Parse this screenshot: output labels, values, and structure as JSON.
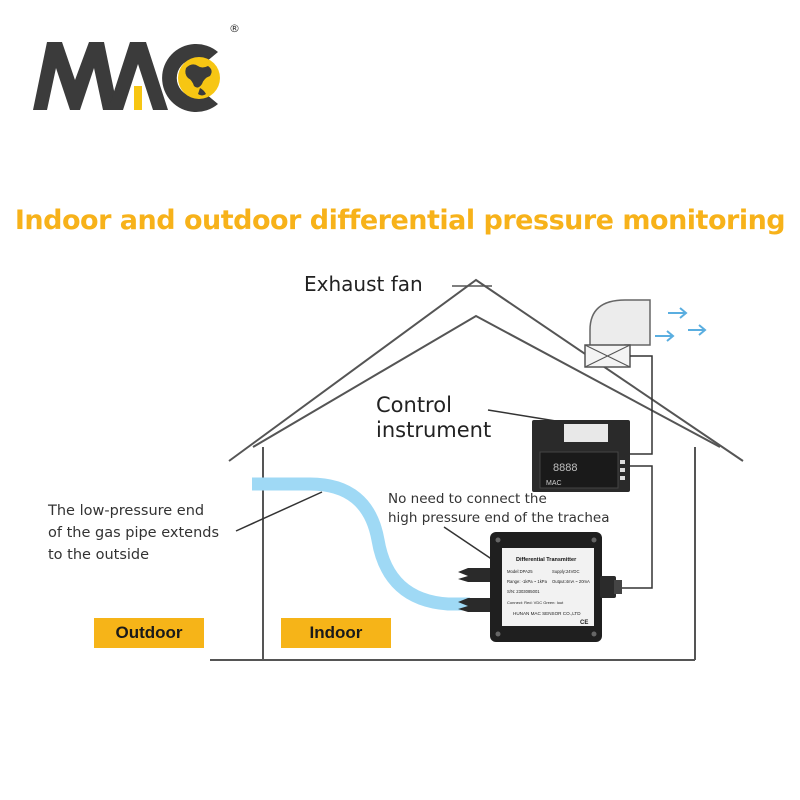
{
  "logo": {
    "text": "MAC",
    "registered_mark": "®",
    "colors": {
      "letters": "#3b3b3b",
      "globe": "#f7c613"
    }
  },
  "title": "Indoor and outdoor differential pressure monitoring",
  "labels": {
    "exhaust_fan": "Exhaust fan",
    "control_instrument": [
      "Control",
      "instrument"
    ],
    "low_pressure_note": [
      "The low-pressure end",
      "of the gas pipe extends",
      "to the outside"
    ],
    "high_pressure_note": [
      "No need to connect the",
      "high pressure end of the trachea"
    ],
    "outdoor": "Outdoor",
    "indoor": "Indoor"
  },
  "control_instrument_device": {
    "brand": "MAC",
    "display": "8888"
  },
  "transmitter_device": {
    "title": "Differential Transmitter",
    "model": "Model:DPA25",
    "supply": "Supply:24VDC",
    "range": "Range: -1kPa ~ 1kPa",
    "output": "Output:4mA ~ 20mA",
    "serial": "S/N: 2303085001",
    "connect": "Connect: Red: VDC   Green: Iout",
    "maker": "HUNAN MAC SENSOR CO.,LTD",
    "mark": "CE"
  },
  "colors": {
    "title": "#f7b21a",
    "badge": "#f6b418",
    "pipe": "#9fd9f5",
    "arrow": "#5aaee0",
    "house_line": "#555555"
  }
}
